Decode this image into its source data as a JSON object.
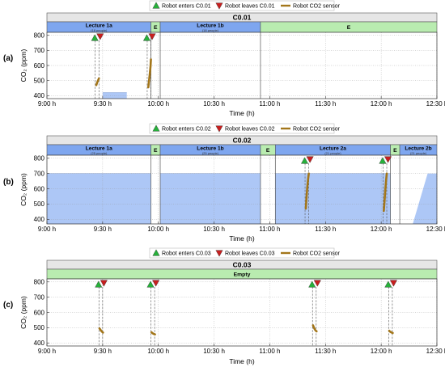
{
  "legend_labels": {
    "enter_prefix": "Robot enters",
    "leave_prefix": "Robot leaves",
    "sensor": "Robot CO2 sensor"
  },
  "colors": {
    "schedule_lecture": "#7ea6ef",
    "schedule_empty": "#b9ecb0",
    "occupied_fill": "#a9c4f5",
    "sensor": "#a3761a",
    "enter_marker": "#26b03a",
    "leave_marker": "#c71f1f",
    "title_band": "#e6e6e6"
  },
  "chart_data": [
    {
      "type": "line",
      "panel_label": "(a)",
      "title": "C0.01",
      "room": "C0.01",
      "xlabel": "Time (h)",
      "ylabel": "CO₂ (ppm)",
      "ylim": [
        380,
        820
      ],
      "yticks": [
        400,
        500,
        600,
        700,
        800
      ],
      "xlim": [
        540,
        750
      ],
      "xticks": [
        540,
        570,
        600,
        630,
        660,
        690,
        720,
        750
      ],
      "xtick_labels": [
        "9:00 h",
        "9:30 h",
        "10:00 h",
        "10:30 h",
        "11:00 h",
        "11:30 h",
        "12:00 h",
        "12:30 h"
      ],
      "schedule": [
        {
          "label": "Lecture 1a",
          "sublabel": "(18 people)",
          "start": 540,
          "end": 596,
          "kind": "lecture"
        },
        {
          "label": "E",
          "sublabel": "",
          "start": 596,
          "end": 601,
          "kind": "empty"
        },
        {
          "label": "Lecture 1b",
          "sublabel": "(18 people)",
          "start": 601,
          "end": 655,
          "kind": "lecture"
        },
        {
          "label": "E",
          "sublabel": "",
          "start": 655,
          "end": 750,
          "kind": "empty"
        }
      ],
      "occupied_areas": [
        {
          "start": 570,
          "end": 583,
          "y": 420
        }
      ],
      "visits": [
        {
          "enter": 566.0,
          "leave": 568.0,
          "sensor": [
            [
              566.6,
              470
            ],
            [
              567.0,
              485
            ],
            [
              567.4,
              497
            ],
            [
              567.8,
              508
            ],
            [
              568.0,
              514
            ]
          ]
        },
        {
          "enter": 594.0,
          "leave": 596.0,
          "sensor": [
            [
              594.6,
              455
            ],
            [
              595.0,
              500
            ],
            [
              595.4,
              545
            ],
            [
              595.8,
              595
            ],
            [
              596.0,
              640
            ]
          ]
        }
      ]
    },
    {
      "type": "line",
      "panel_label": "(b)",
      "title": "C0.02",
      "room": "C0.02",
      "xlabel": "Time (h)",
      "ylabel": "CO₂ (ppm)",
      "ylim": [
        370,
        820
      ],
      "yticks": [
        400,
        500,
        600,
        700,
        800
      ],
      "xlim": [
        540,
        750
      ],
      "xticks": [
        540,
        570,
        600,
        630,
        660,
        690,
        720,
        750
      ],
      "xtick_labels": [
        "9:00 h",
        "9:30 h",
        "10:00 h",
        "10:30 h",
        "11:00 h",
        "11:30 h",
        "12:00 h",
        "12:30 h"
      ],
      "schedule": [
        {
          "label": "Lecture 1a",
          "sublabel": "(25 people)",
          "start": 540,
          "end": 596,
          "kind": "lecture"
        },
        {
          "label": "E",
          "sublabel": "",
          "start": 596,
          "end": 601,
          "kind": "empty"
        },
        {
          "label": "Lecture 1b",
          "sublabel": "(25 people)",
          "start": 601,
          "end": 655,
          "kind": "lecture"
        },
        {
          "label": "E",
          "sublabel": "",
          "start": 655,
          "end": 663,
          "kind": "empty"
        },
        {
          "label": "Lecture 2a",
          "sublabel": "(21 people)",
          "start": 663,
          "end": 725,
          "kind": "lecture"
        },
        {
          "label": "E",
          "sublabel": "",
          "start": 725,
          "end": 730,
          "kind": "empty"
        },
        {
          "label": "Lecture 2b",
          "sublabel": "(21 people)",
          "start": 730,
          "end": 750,
          "kind": "lecture"
        }
      ],
      "occupied_areas": [
        {
          "start": 540,
          "end": 596,
          "y": 700
        },
        {
          "start": 601,
          "end": 655,
          "y": 700
        },
        {
          "start": 663,
          "end": 725,
          "y": 700
        }
      ],
      "occupied_ramps": [
        {
          "points": [
            [
              737,
              370
            ],
            [
              745,
              700
            ],
            [
              750,
              700
            ],
            [
              750,
              370
            ]
          ]
        }
      ],
      "visits": [
        {
          "enter": 679.0,
          "leave": 681.0,
          "sensor": [
            [
              679.4,
              470
            ],
            [
              679.8,
              545
            ],
            [
              680.2,
              610
            ],
            [
              680.6,
              660
            ],
            [
              681.0,
              700
            ]
          ]
        },
        {
          "enter": 721.0,
          "leave": 723.0,
          "sensor": [
            [
              721.4,
              455
            ],
            [
              721.8,
              520
            ],
            [
              722.2,
              590
            ],
            [
              722.6,
              650
            ],
            [
              723.0,
              700
            ]
          ]
        }
      ]
    },
    {
      "type": "line",
      "panel_label": "(c)",
      "title": "C0.03",
      "room": "C0.03",
      "xlabel": "Time (h)",
      "ylabel": "CO₂ (ppm)",
      "ylim": [
        380,
        820
      ],
      "yticks": [
        400,
        500,
        600,
        700,
        800
      ],
      "xlim": [
        540,
        750
      ],
      "xticks": [
        540,
        570,
        600,
        630,
        660,
        690,
        720,
        750
      ],
      "xtick_labels": [
        "9:00 h",
        "9:30 h",
        "10:00 h",
        "10:30 h",
        "11:00 h",
        "11:30 h",
        "12:00 h",
        "12:30 h"
      ],
      "schedule": [
        {
          "label": "Empty",
          "sublabel": "",
          "start": 540,
          "end": 750,
          "kind": "empty"
        }
      ],
      "occupied_areas": [],
      "visits": [
        {
          "enter": 568.0,
          "leave": 570.0,
          "sensor": [
            [
              568.3,
              495
            ],
            [
              568.8,
              487
            ],
            [
              569.3,
              478
            ],
            [
              569.8,
              472
            ],
            [
              570.2,
              468
            ]
          ]
        },
        {
          "enter": 596.0,
          "leave": 598.0,
          "sensor": [
            [
              596.3,
              470
            ],
            [
              596.8,
              465
            ],
            [
              597.3,
              460
            ],
            [
              597.8,
              458
            ],
            [
              598.2,
              456
            ]
          ]
        },
        {
          "enter": 683.0,
          "leave": 685.0,
          "sensor": [
            [
              683.3,
              515
            ],
            [
              683.8,
              500
            ],
            [
              684.3,
              488
            ],
            [
              684.8,
              480
            ],
            [
              685.2,
              476
            ]
          ]
        },
        {
          "enter": 724.0,
          "leave": 726.0,
          "sensor": [
            [
              724.3,
              480
            ],
            [
              724.8,
              474
            ],
            [
              725.3,
              470
            ],
            [
              725.8,
              467
            ],
            [
              726.2,
              465
            ]
          ]
        }
      ]
    }
  ]
}
